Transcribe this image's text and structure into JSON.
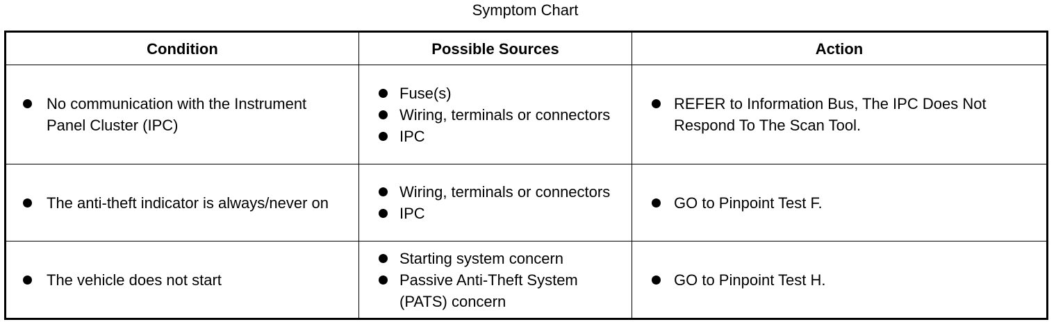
{
  "title": "Symptom Chart",
  "headers": {
    "condition": "Condition",
    "sources": "Possible Sources",
    "action": "Action"
  },
  "rows": [
    {
      "condition": "No communication with the Instrument Panel Cluster (IPC)",
      "sources": [
        "Fuse(s)",
        "Wiring, terminals or connectors",
        "IPC"
      ],
      "action": "REFER to Information Bus, The IPC Does Not Respond To The Scan Tool."
    },
    {
      "condition": "The anti-theft indicator is always/never on",
      "sources": [
        "Wiring, terminals or connectors",
        "IPC"
      ],
      "action": "GO to Pinpoint Test F."
    },
    {
      "condition": "The vehicle does not start",
      "sources": [
        "Starting system concern",
        "Passive Anti-Theft System (PATS) concern"
      ],
      "action": "GO to Pinpoint Test H."
    }
  ]
}
